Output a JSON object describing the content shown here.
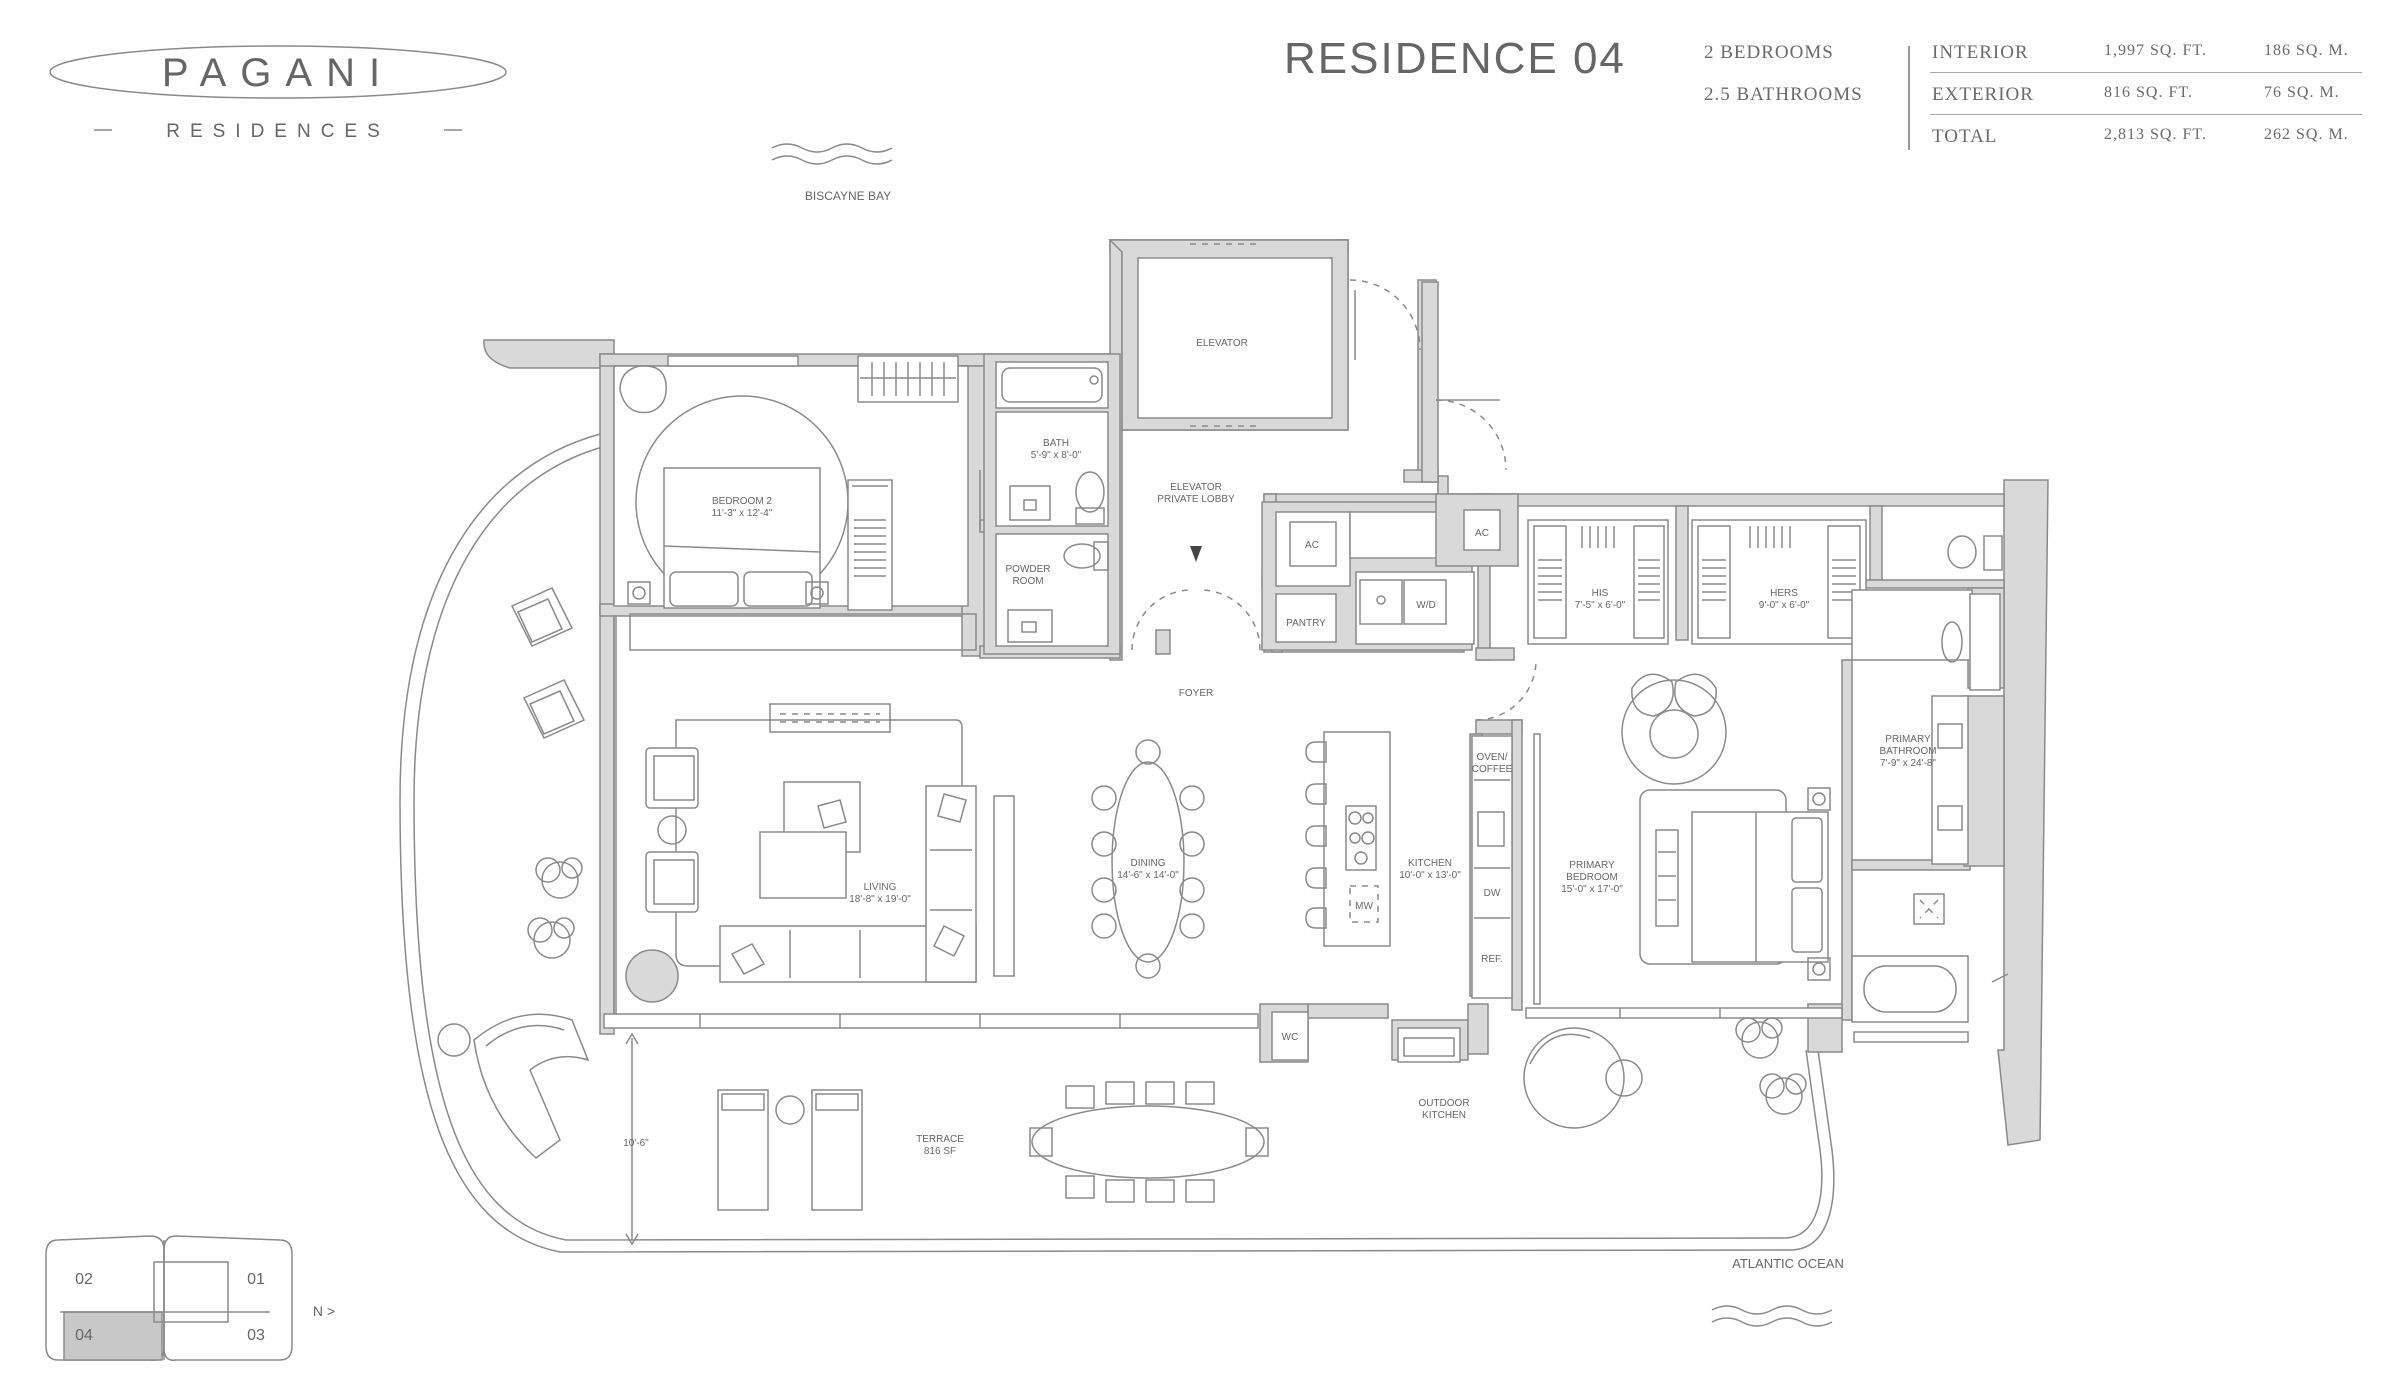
{
  "brand": {
    "name": "PAGANI",
    "sub": "RESIDENCES"
  },
  "residence": {
    "title": "RESIDENCE 04",
    "bedrooms": "2 BEDROOMS",
    "bathrooms": "2.5 BATHROOMS"
  },
  "areas": [
    {
      "label": "INTERIOR",
      "sqft": "1,997 SQ. FT.",
      "sqm": "186 SQ. M."
    },
    {
      "label": "EXTERIOR",
      "sqft": "816 SQ. FT.",
      "sqm": "76 SQ. M."
    },
    {
      "label": "TOTAL",
      "sqft": "2,813 SQ. FT.",
      "sqm": "262 SQ. M."
    }
  ],
  "orientation": {
    "bay": "BISCAYNE BAY",
    "ocean": "ATLANTIC OCEAN",
    "north": "N >"
  },
  "rooms": {
    "elevator": "ELEVATOR",
    "lobby_1": "ELEVATOR",
    "lobby_2": "PRIVATE LOBBY",
    "bath": "BATH",
    "bath_dim": "5'-9\" x 8'-0\"",
    "powder_1": "POWDER",
    "powder_2": "ROOM",
    "bedroom2": "BEDROOM 2",
    "bedroom2_dim": "11'-3\" x 12'-4\"",
    "foyer": "FOYER",
    "ac1": "AC",
    "ac2": "AC",
    "pantry": "PANTRY",
    "wd": "W/D",
    "his": "HIS",
    "his_dim": "7'-5\" x 6'-0\"",
    "hers": "HERS",
    "hers_dim": "9'-0\" x 6'-0\"",
    "primary_bath_1": "PRIMARY",
    "primary_bath_2": "BATHROOM",
    "primary_bath_dim": "7'-9\" x 24'-8\"",
    "oven_1": "OVEN/",
    "oven_2": "COFFEE",
    "dw": "DW",
    "ref": "REF.",
    "mw": "MW",
    "kitchen": "KITCHEN",
    "kitchen_dim": "10'-0\" x 13'-0\"",
    "primary_bed_1": "PRIMARY",
    "primary_bed_2": "BEDROOM",
    "primary_bed_dim": "15'-0\" x 17'-0\"",
    "dining": "DINING",
    "dining_dim": "14'-6\" x 14'-0\"",
    "living": "LIVING",
    "living_dim": "18'-8\" x 19'-0\"",
    "wc": "WC",
    "outdoor_1": "OUTDOOR",
    "outdoor_2": "KITCHEN",
    "terrace": "TERRACE",
    "terrace_area": "816 SF",
    "terrace_depth": "10'-6\""
  },
  "keyplan": {
    "u01": "01",
    "u02": "02",
    "u03": "03",
    "u04": "04"
  },
  "colors": {
    "wall": "#d9d9d9",
    "line": "#7a7a7a",
    "text": "#666666",
    "highlight": "#c8c8c8"
  }
}
